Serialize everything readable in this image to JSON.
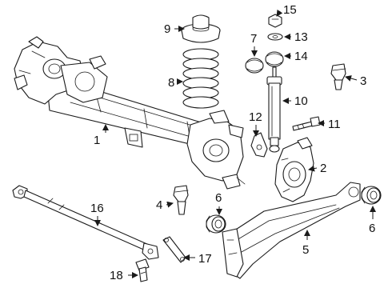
{
  "diagram": {
    "callouts": [
      {
        "id": "1",
        "label": "1"
      },
      {
        "id": "2",
        "label": "2"
      },
      {
        "id": "3",
        "label": "3"
      },
      {
        "id": "4",
        "label": "4"
      },
      {
        "id": "5",
        "label": "5"
      },
      {
        "id": "6a",
        "label": "6"
      },
      {
        "id": "6b",
        "label": "6"
      },
      {
        "id": "7",
        "label": "7"
      },
      {
        "id": "8",
        "label": "8"
      },
      {
        "id": "9",
        "label": "9"
      },
      {
        "id": "10",
        "label": "10"
      },
      {
        "id": "11",
        "label": "11"
      },
      {
        "id": "12",
        "label": "12"
      },
      {
        "id": "13",
        "label": "13"
      },
      {
        "id": "14",
        "label": "14"
      },
      {
        "id": "15",
        "label": "15"
      },
      {
        "id": "16",
        "label": "16"
      },
      {
        "id": "17",
        "label": "17"
      },
      {
        "id": "18",
        "label": "18"
      }
    ]
  }
}
